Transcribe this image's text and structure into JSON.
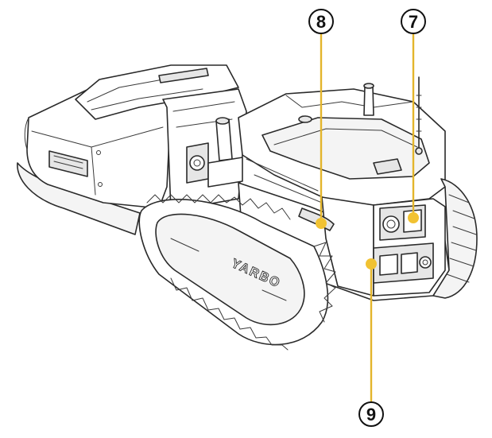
{
  "callouts": [
    {
      "id": "callout-7",
      "label": "7",
      "color": "#f1c232"
    },
    {
      "id": "callout-8",
      "label": "8",
      "color": "#f1c232"
    },
    {
      "id": "callout-9",
      "label": "9",
      "color": "#f1c232"
    }
  ],
  "track_logo": "YARBO",
  "colors": {
    "line": "#2a2a2a",
    "highlight": "#f1c232",
    "background": "#ffffff"
  },
  "icons": [
    "robot-mower-illustration",
    "antenna-icon",
    "rear-camera-icon",
    "charging-port-icon"
  ]
}
